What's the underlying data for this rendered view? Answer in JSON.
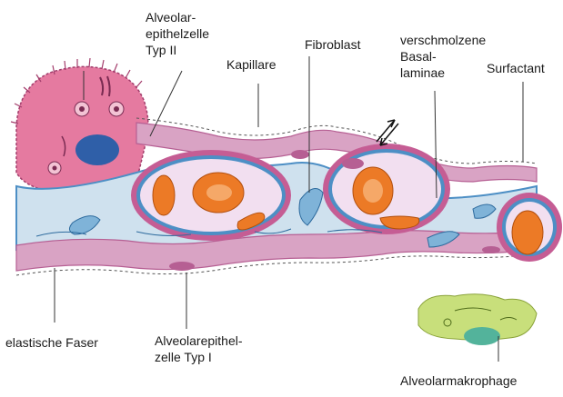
{
  "labels": {
    "alveolar_type2": [
      "Alveolar-",
      "epithelzelle",
      "Typ II"
    ],
    "kapillare": "Kapillare",
    "fibroblast": "Fibroblast",
    "basal_laminae": [
      "verschmolzene",
      "Basal-",
      "laminae"
    ],
    "surfactant": "Surfactant",
    "elastische_faser": "elastische Faser",
    "alveolar_type1": [
      "Alveolarepithel-",
      "zelle Typ I"
    ],
    "makrophage": "Alveolarmakrophage"
  },
  "colors": {
    "epithelium": "#d9a3c4",
    "epithelium_dark": "#b65f93",
    "type2_cell": "#e0729a",
    "nucleus_blue": "#2f5fa8",
    "interstitium": "#cfe1ee",
    "basal_line": "#4d8fc5",
    "erythrocyte": "#ec7a26",
    "macrophage": "#c8df7b"
  }
}
